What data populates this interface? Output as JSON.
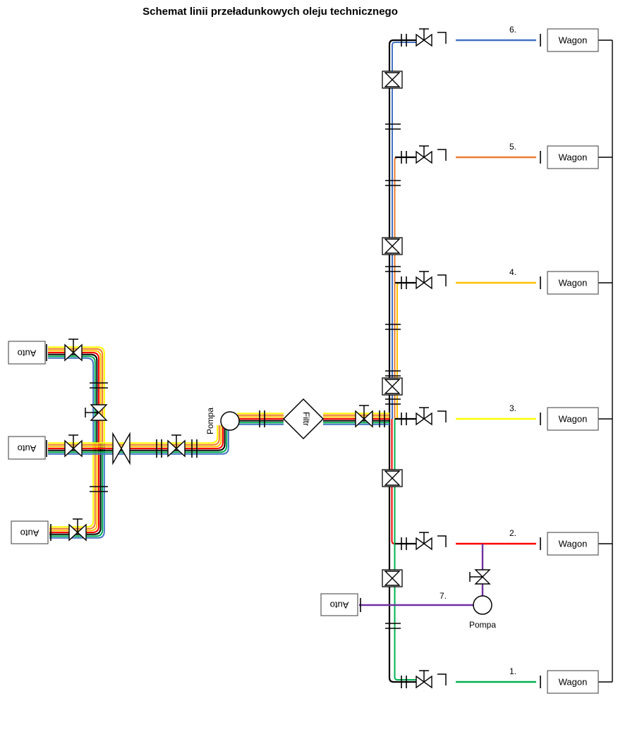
{
  "title": "Schemat linii przeładunkowych oleju technicznego",
  "palette": {
    "black": "#000000",
    "line1": "#00B050",
    "line2": "#FF0000",
    "line3": "#FFFF00",
    "line4": "#FFC000",
    "line5": "#ED7D31",
    "line6": "#4472C4",
    "line7": "#7030A0"
  },
  "filter": {
    "label": "Filtr"
  },
  "pumps": [
    {
      "label": "Pompa"
    },
    {
      "label": "Pompa"
    }
  ],
  "autos": [
    {
      "label": "Auto"
    },
    {
      "label": "Auto"
    },
    {
      "label": "Auto"
    },
    {
      "label": "Auto"
    }
  ],
  "line7": {
    "number": "7.",
    "color": "#7030A0"
  },
  "wagons": [
    {
      "number": "6.",
      "label": "Wagon",
      "color": "#4472C4"
    },
    {
      "number": "5.",
      "label": "Wagon",
      "color": "#ED7D31"
    },
    {
      "number": "4.",
      "label": "Wagon",
      "color": "#FFC000"
    },
    {
      "number": "3.",
      "label": "Wagon",
      "color": "#FFFF00"
    },
    {
      "number": "2.",
      "label": "Wagon",
      "color": "#FF0000"
    },
    {
      "number": "1.",
      "label": "Wagon",
      "color": "#00B050"
    }
  ]
}
